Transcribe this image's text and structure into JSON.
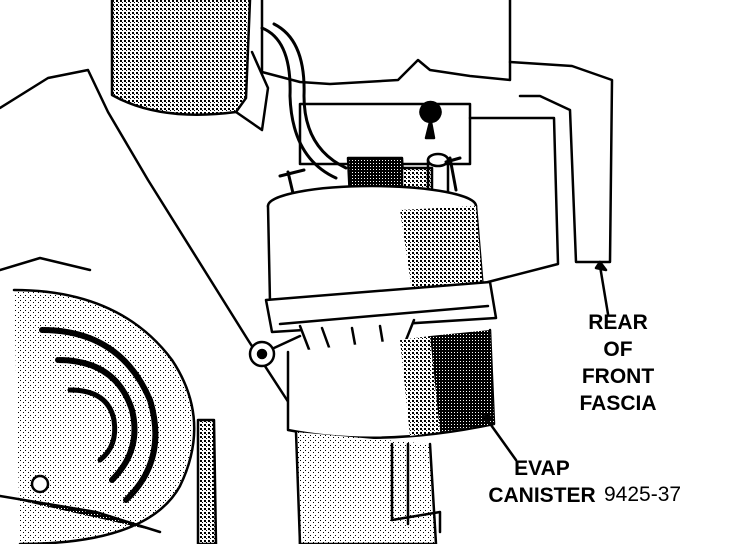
{
  "callouts": {
    "rear_of_front_fascia": [
      "REAR",
      "OF",
      "FRONT",
      "FASCIA"
    ],
    "evap_canister": [
      "EVAP",
      "CANISTER"
    ]
  },
  "figure_number": "9425-37",
  "colors": {
    "ink": "#000000",
    "paper": "#ffffff"
  }
}
